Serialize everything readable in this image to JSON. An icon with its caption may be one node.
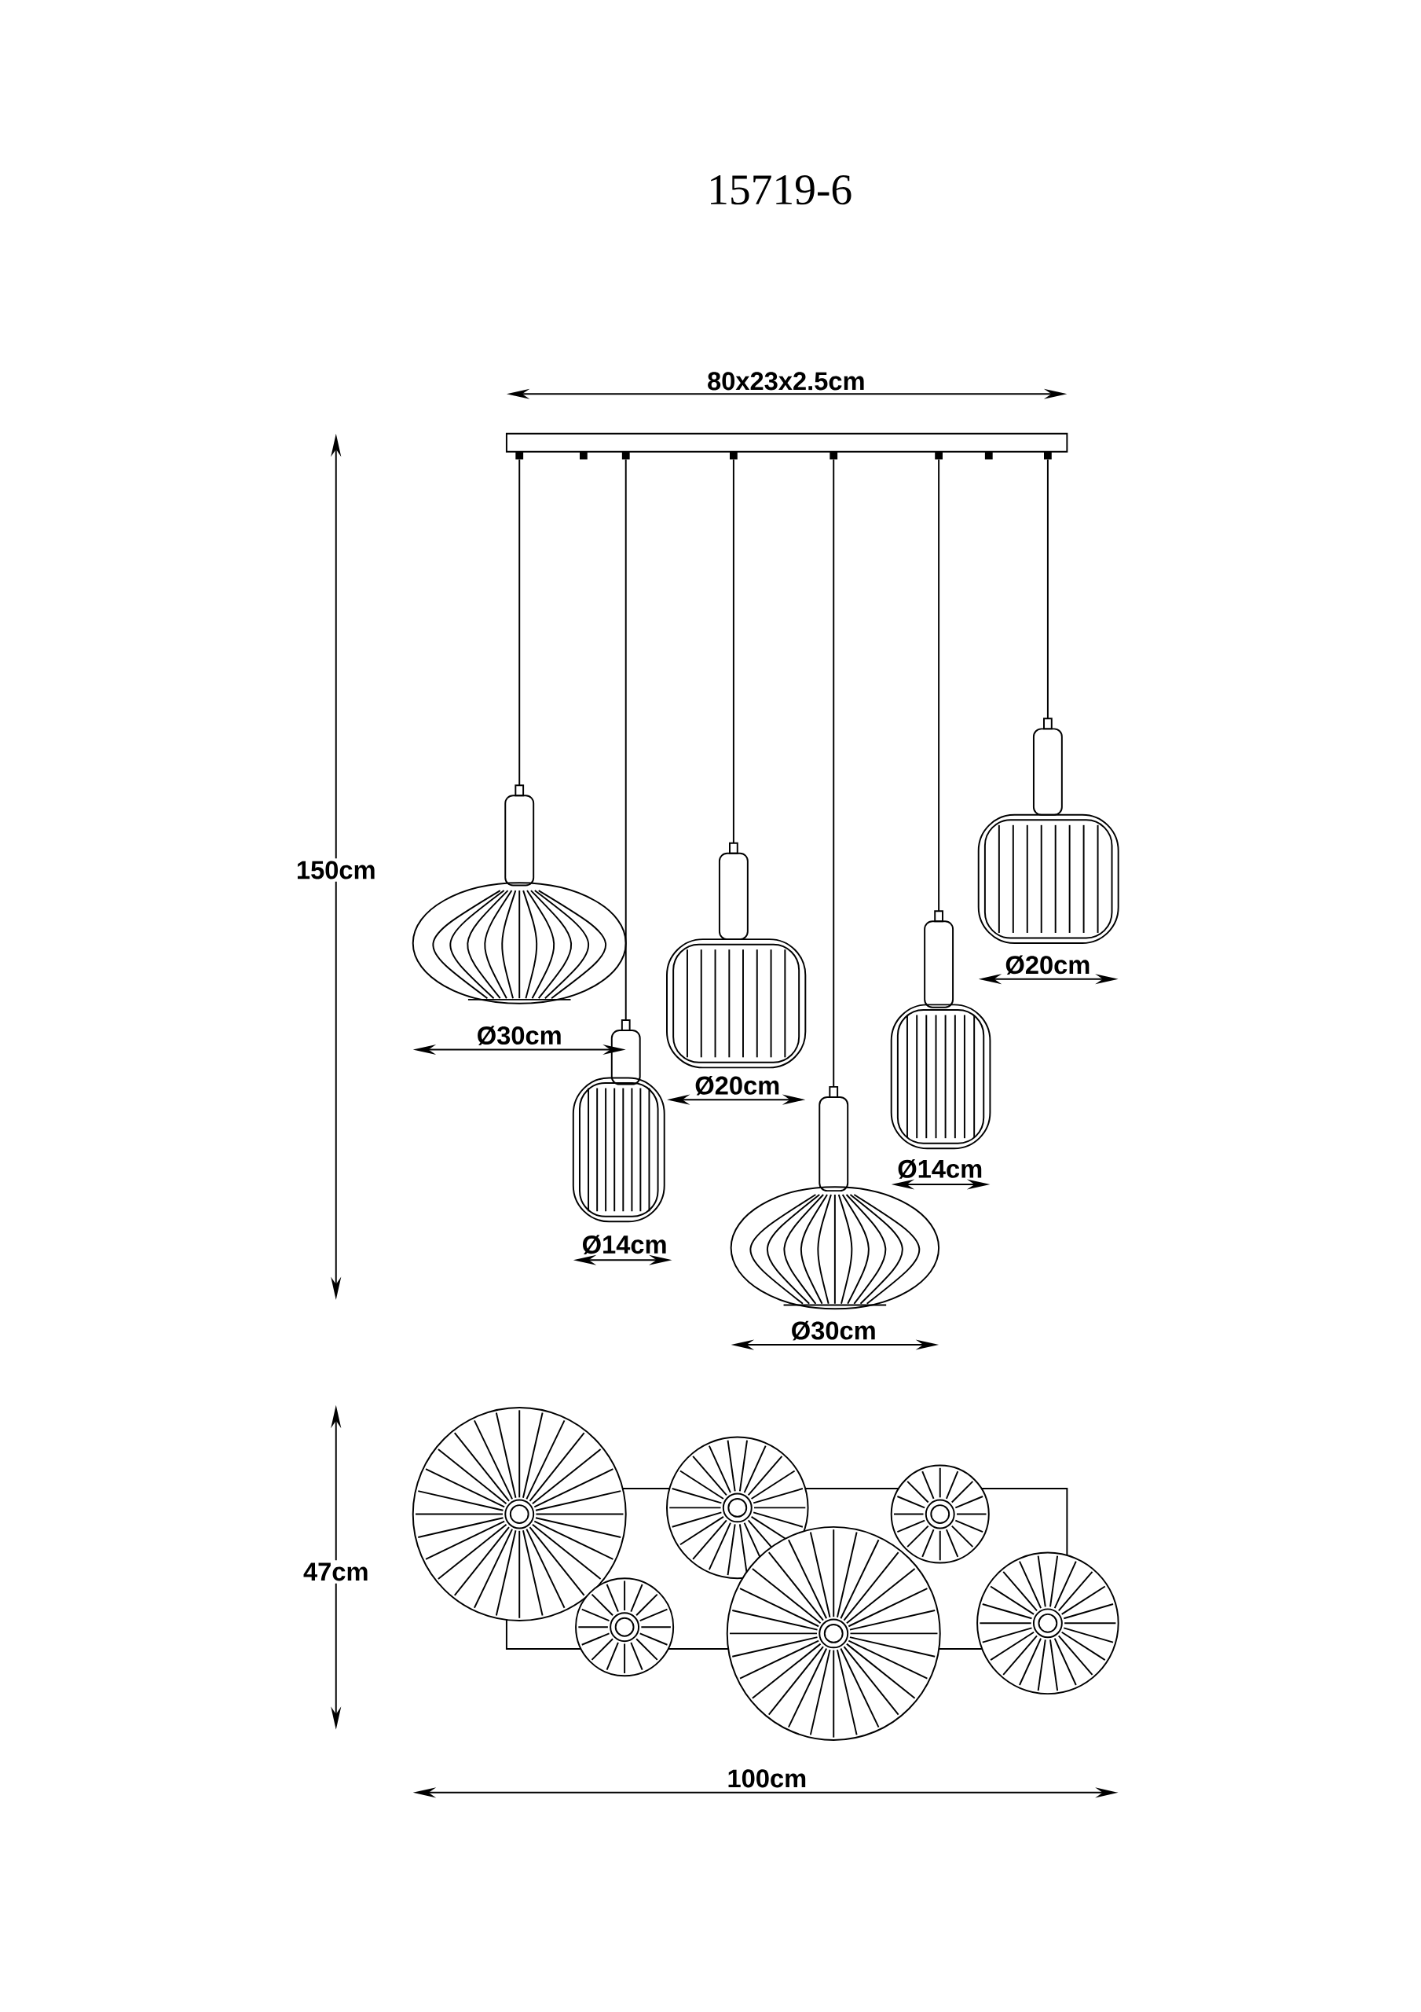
{
  "diagram": {
    "title": "15719-6",
    "labels": [
      "80x23x2.5cm",
      "150cm",
      "Ø20cm",
      "Ø30cm",
      "Ø20cm",
      "Ø14cm",
      "Ø14cm",
      "Ø30cm",
      "47cm",
      "100cm"
    ]
  }
}
